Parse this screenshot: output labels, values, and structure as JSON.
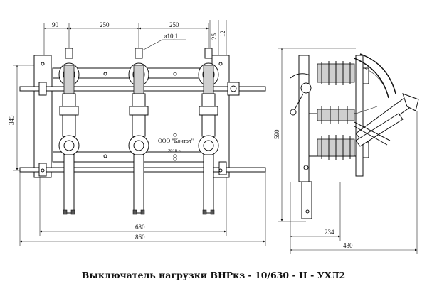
{
  "caption": "Выключатель нагрузки ВНРкз - 10/630 - II - УХЛ2",
  "plate": {
    "maker": "ООО \"Контэл\"",
    "year": "2010 г."
  },
  "dimensions": {
    "front_top_left": "90",
    "front_top_mid1": "250",
    "front_top_mid2": "250",
    "hole": "ø10,1",
    "side_25": "25",
    "side_12": "12",
    "height_345": "345",
    "width_680": "680",
    "width_860": "860",
    "side_height_590": "590",
    "side_234": "234",
    "side_430": "430"
  }
}
